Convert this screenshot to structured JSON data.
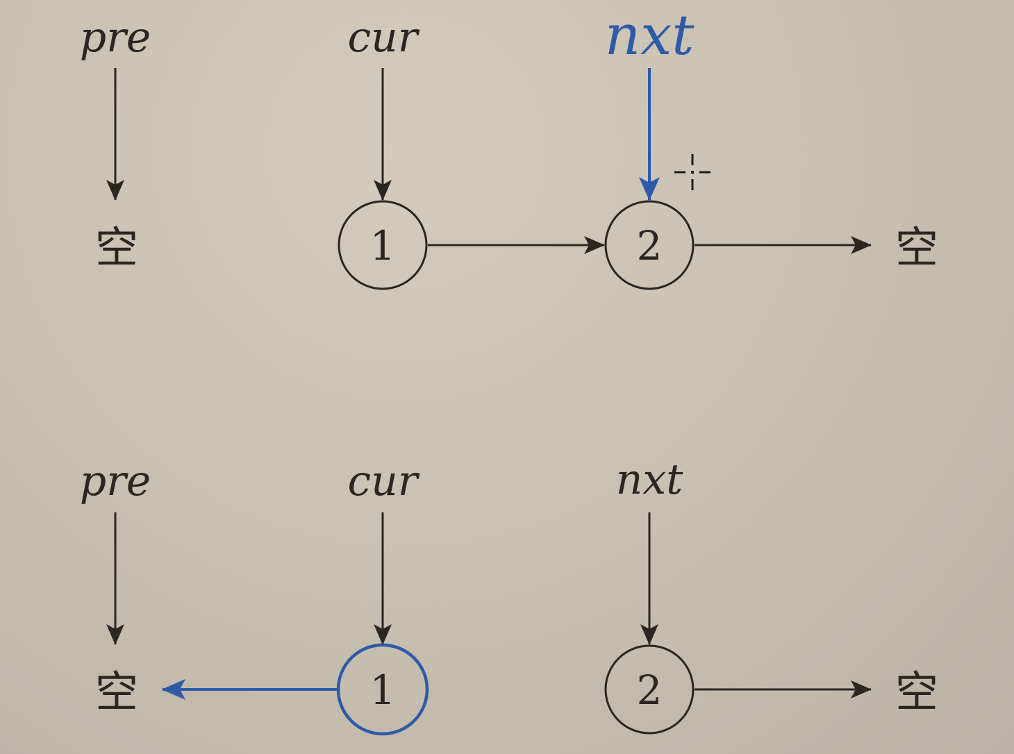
{
  "colors": {
    "ink": "#2a2620",
    "highlight": "#2f5aa8",
    "cursor": "#1c1c1c"
  },
  "diagram": {
    "top_row": {
      "pre": {
        "label": "pre",
        "target": "空"
      },
      "cur": {
        "label": "cur",
        "node": "1"
      },
      "nxt": {
        "label": "nxt",
        "node": "2",
        "highlighted": true
      },
      "tail": "空"
    },
    "bottom_row": {
      "pre": {
        "label": "pre",
        "target": "空"
      },
      "cur": {
        "label": "cur",
        "node": "1",
        "highlighted": true
      },
      "nxt": {
        "label": "nxt",
        "node": "2"
      },
      "tail": "空"
    }
  },
  "icons": {
    "cursor": "crosshair-cursor-icon"
  }
}
